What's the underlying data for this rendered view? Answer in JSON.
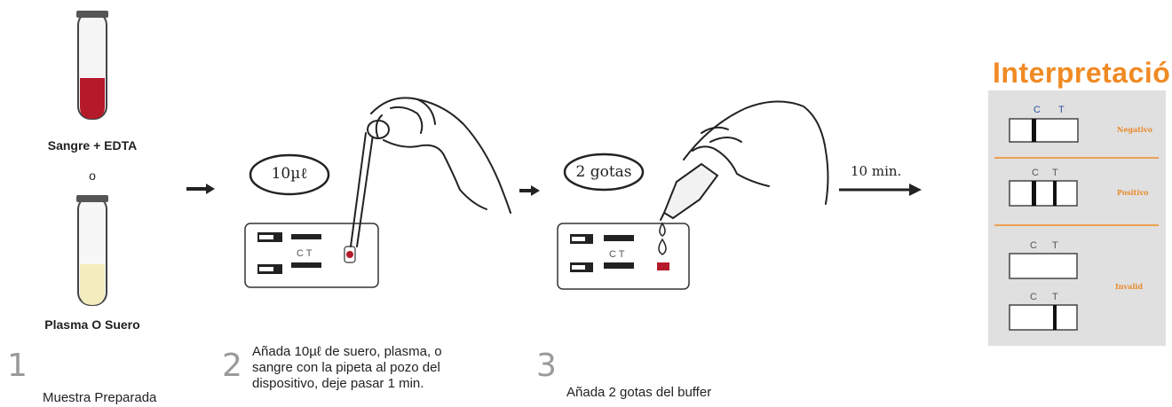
{
  "step1": {
    "tube_top_label": "Sangre + EDTA",
    "or_label": "o",
    "tube_bottom_label": "Plasma O  Suero",
    "number": "1",
    "caption": "Muestra Preparada"
  },
  "step2": {
    "bubble": "10µℓ",
    "number": "2",
    "caption_lines": [
      "Añada 10µℓ de suero, plasma, o",
      "sangre con la pipeta al pozo del",
      "dispositivo, deje pasar 1 min."
    ]
  },
  "step3": {
    "bubble": "2 gotas",
    "number": "3",
    "caption": "Añada 2 gotas del buffer"
  },
  "timer": {
    "label": "10 min."
  },
  "cassette": {
    "ct_label": "C  T"
  },
  "interpretation": {
    "title": "Interpretación",
    "c_label": "C",
    "t_label": "T",
    "results": [
      "Negativo",
      "Positivo",
      "Invalid"
    ]
  },
  "colors": {
    "blood": "#b51a2a",
    "plasma": "#f3ecbf",
    "accent_orange": "#f08a24",
    "panel_gray": "#e0e0e0"
  }
}
